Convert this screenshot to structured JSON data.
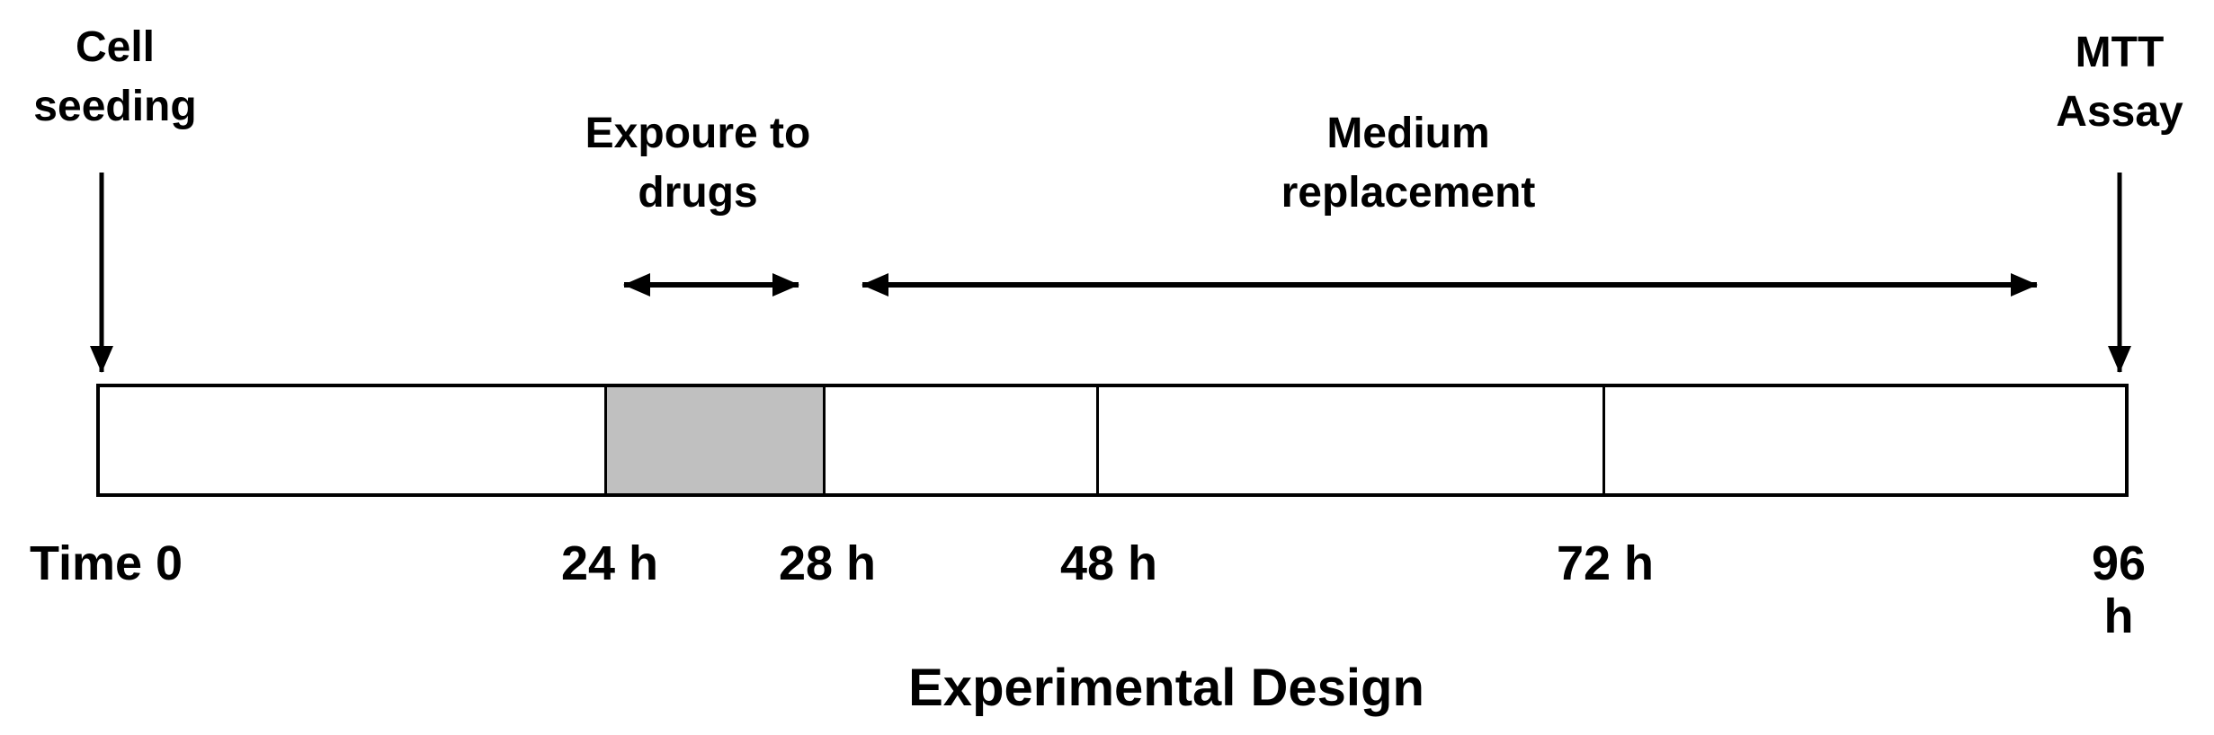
{
  "title": "Experimental Design",
  "annotations": {
    "cell_seeding": "Cell\nseeding",
    "drug_exposure": "Expoure to\ndrugs",
    "medium_replacement": "Medium\nreplacement",
    "mtt_assay": "MTT\nAssay"
  },
  "timeline": {
    "ticks": [
      "Time 0",
      "24 h",
      "28 h",
      "48 h",
      "72 h",
      "96 h"
    ],
    "segments": [
      {
        "start": "Time 0",
        "end": "24 h",
        "highlighted": false
      },
      {
        "start": "24 h",
        "end": "28 h",
        "highlighted": true
      },
      {
        "start": "28 h",
        "end": "48 h",
        "highlighted": false
      },
      {
        "start": "48 h",
        "end": "72 h",
        "highlighted": false
      },
      {
        "start": "72 h",
        "end": "96 h",
        "highlighted": false
      }
    ]
  },
  "colors": {
    "line": "#000000",
    "background": "#ffffff",
    "highlight_fill": "#c0c0c0"
  }
}
